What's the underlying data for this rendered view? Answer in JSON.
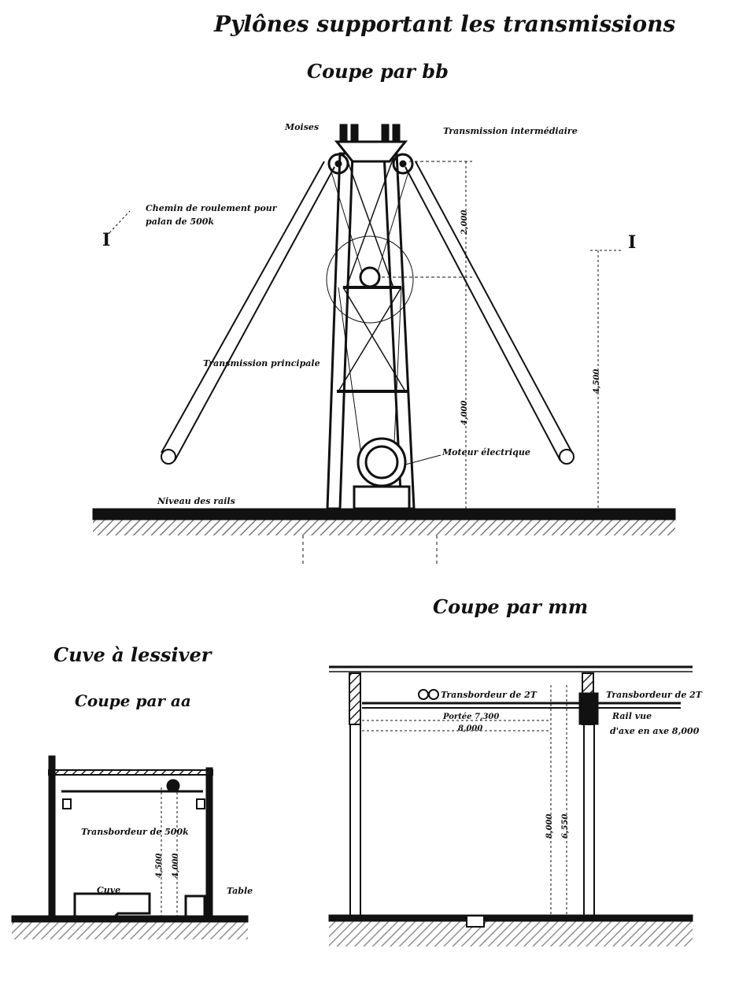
{
  "top": {
    "title": "Pylônes supportant les transmissions",
    "subtitle": "Coupe par bb",
    "labels": {
      "moises": "Moises",
      "transmission_intermediaire": "Transmission intermédiaire",
      "chemin_line1": "Chemin de roulement pour",
      "chemin_line2": "palan de 500k",
      "section_mark_left": "I",
      "section_mark_right": "I",
      "transmission_principale": "Transmission principale",
      "moteur": "Moteur électrique",
      "niveau": "Niveau des rails"
    },
    "dims": {
      "d1": "2,000",
      "d2": "4,000",
      "d3": "4,500"
    }
  },
  "bottom_left": {
    "title": "Cuve à lessiver",
    "subtitle": "Coupe par aa",
    "labels": {
      "transbordeur": "Transbordeur de 500k",
      "cuve": "Cuve",
      "table": "Table"
    },
    "dims": {
      "d1": "4,500",
      "d2": "4,000"
    }
  },
  "bottom_right": {
    "title": "Coupe par mm",
    "labels": {
      "transbordeur_left": "Transbordeur de 2T",
      "transbordeur_right": "Transbordeur de 2T",
      "portee": "Portée 7,300",
      "width": "8,000",
      "rail": "Rail vue",
      "axe": "d'axe en axe 8,000"
    },
    "dims": {
      "d1": "8,000",
      "d2": "6,550"
    }
  }
}
